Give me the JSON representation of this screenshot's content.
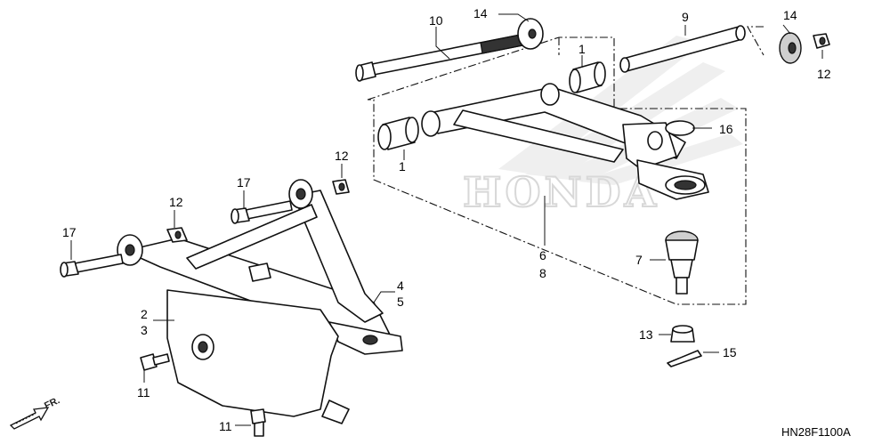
{
  "watermark": "HONDA",
  "diagram_code": "HN28F1100A",
  "direction_label": "FR.",
  "callouts": {
    "c1_top": "1",
    "c1_bottom": "1",
    "c2": "2",
    "c3": "3",
    "c4": "4",
    "c5": "5",
    "c6": "6",
    "c7": "7",
    "c8": "8",
    "c9": "9",
    "c10": "10",
    "c11_upper": "11",
    "c11_lower": "11",
    "c12_right": "12",
    "c12_mid": "12",
    "c12_left": "12",
    "c13": "13",
    "c14_top": "14",
    "c14_right": "14",
    "c15": "15",
    "c16": "16",
    "c17_mid": "17",
    "c17_left": "17"
  }
}
